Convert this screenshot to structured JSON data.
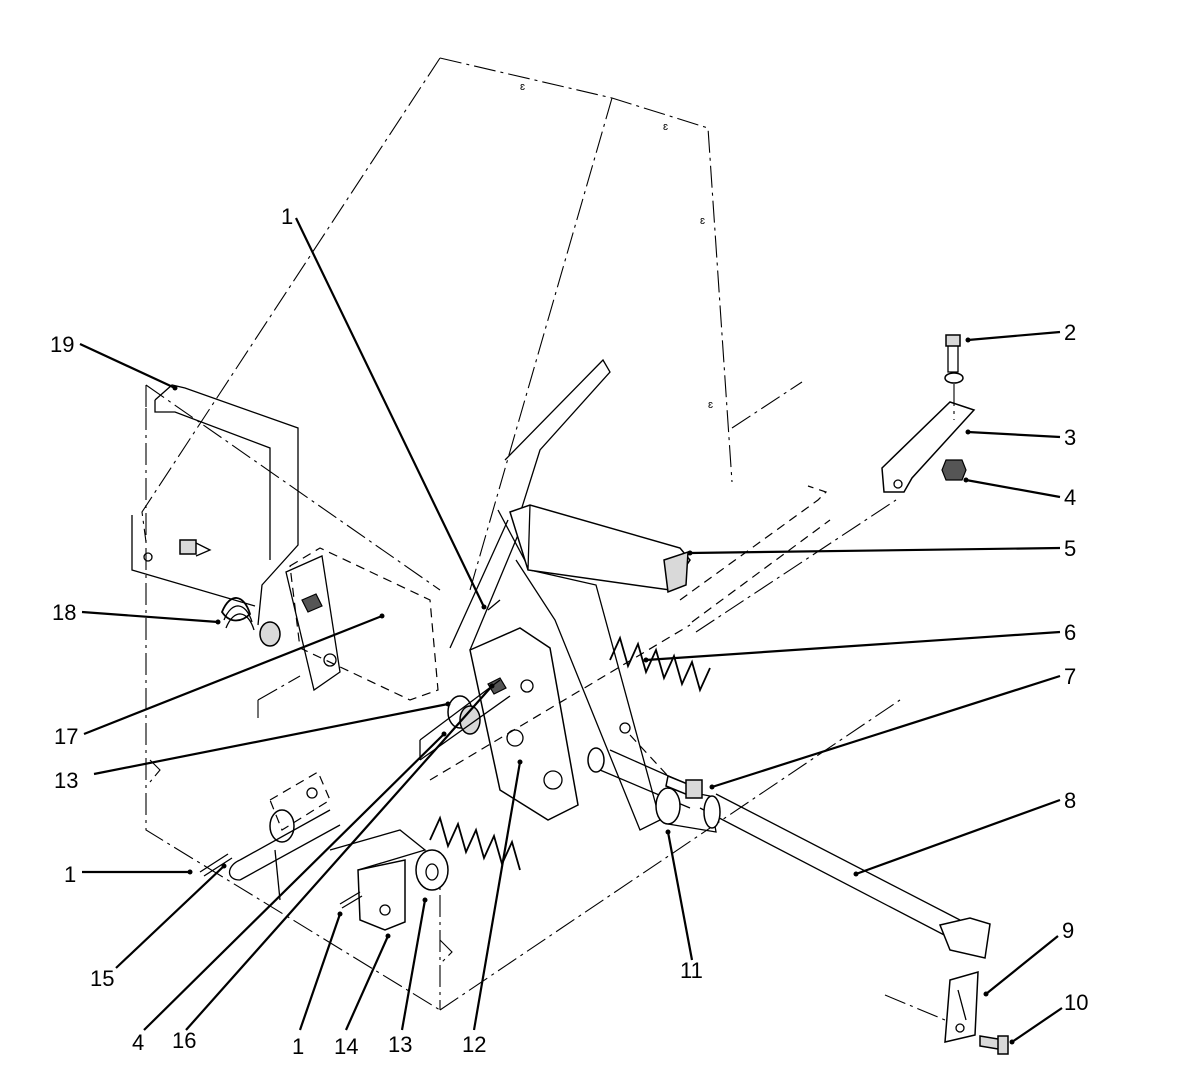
{
  "callouts": [
    {
      "id": "c-1-top",
      "label": "1"
    },
    {
      "id": "c-2",
      "label": "2"
    },
    {
      "id": "c-3",
      "label": "3"
    },
    {
      "id": "c-4-right",
      "label": "4"
    },
    {
      "id": "c-5",
      "label": "5"
    },
    {
      "id": "c-6",
      "label": "6"
    },
    {
      "id": "c-7",
      "label": "7"
    },
    {
      "id": "c-8",
      "label": "8"
    },
    {
      "id": "c-9",
      "label": "9"
    },
    {
      "id": "c-10",
      "label": "10"
    },
    {
      "id": "c-11",
      "label": "11"
    },
    {
      "id": "c-12",
      "label": "12"
    },
    {
      "id": "c-13-bottom",
      "label": "13"
    },
    {
      "id": "c-1-bottom",
      "label": "1"
    },
    {
      "id": "c-14",
      "label": "14"
    },
    {
      "id": "c-16",
      "label": "16"
    },
    {
      "id": "c-4-bottom",
      "label": "4"
    },
    {
      "id": "c-15",
      "label": "15"
    },
    {
      "id": "c-1-left",
      "label": "1"
    },
    {
      "id": "c-13-left",
      "label": "13"
    },
    {
      "id": "c-17",
      "label": "17"
    },
    {
      "id": "c-18",
      "label": "18"
    },
    {
      "id": "c-19",
      "label": "19"
    }
  ]
}
